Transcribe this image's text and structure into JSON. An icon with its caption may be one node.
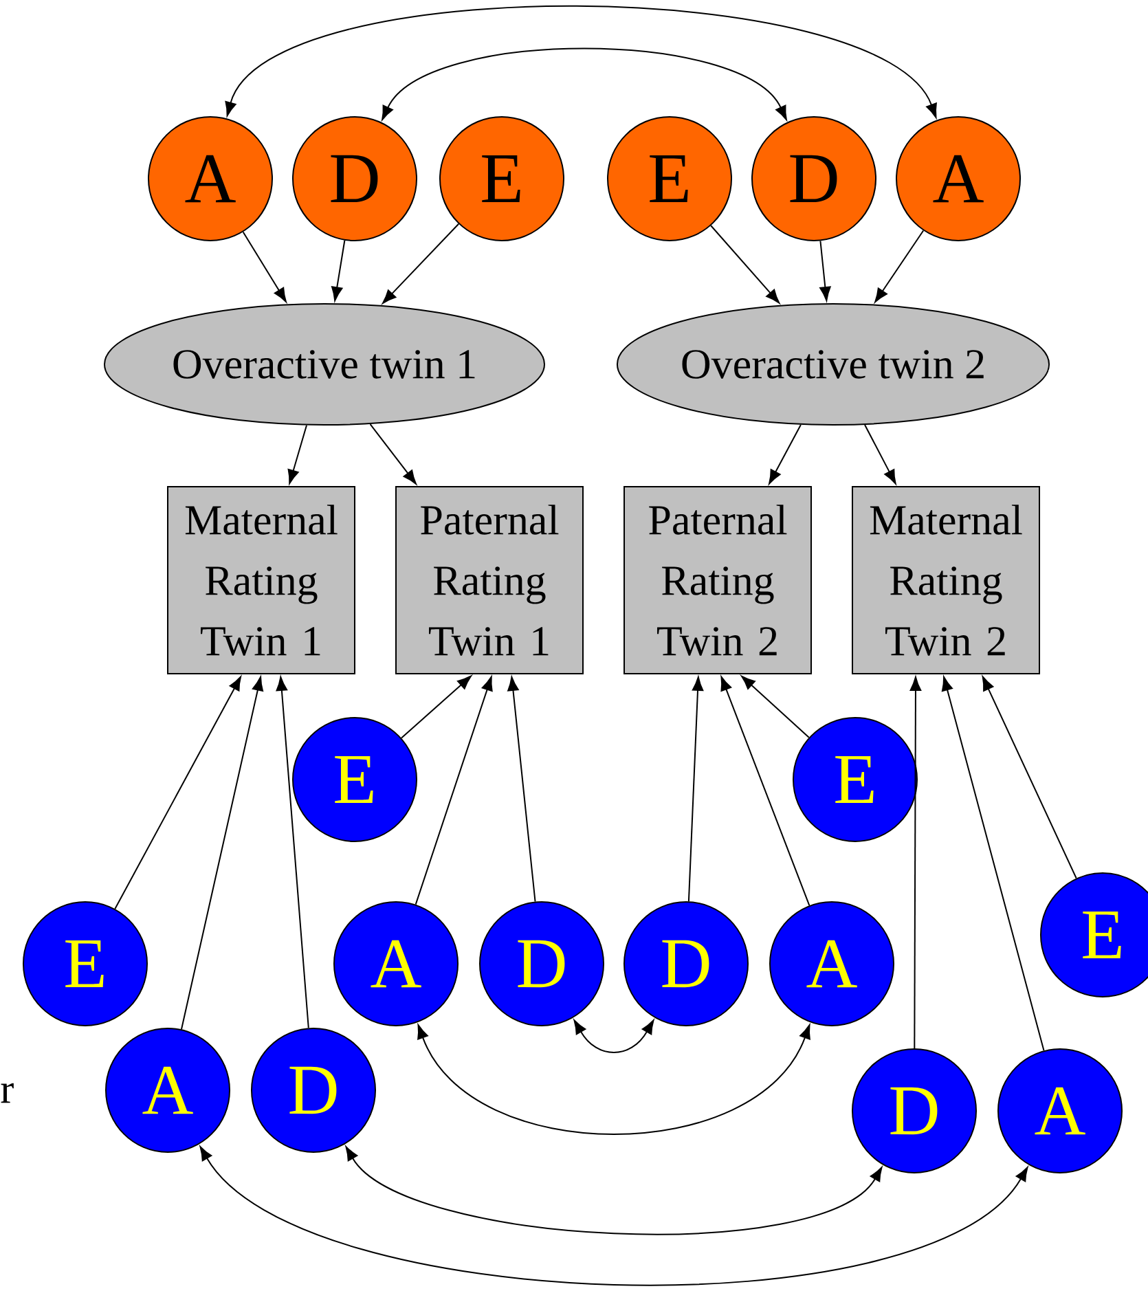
{
  "diagram": {
    "nodes": [
      {
        "text": [
          "A"
        ]
      },
      {
        "text": [
          "D"
        ]
      },
      {
        "text": [
          "E"
        ]
      },
      {
        "text": [
          "E"
        ]
      },
      {
        "text": [
          "D"
        ]
      },
      {
        "text": [
          "A"
        ]
      },
      {
        "text": [
          "Overactive twin 1"
        ]
      },
      {
        "text": [
          "Overactive twin 2"
        ]
      },
      {
        "text": [
          "Maternal Rating Twin 1"
        ]
      },
      {
        "text": [
          "Paternal Rating Twin 1"
        ]
      },
      {
        "text": [
          "Paternal Rating Twin 2"
        ]
      },
      {
        "text": [
          "Maternal Rating Twin 2"
        ]
      },
      {
        "text": [
          "E"
        ]
      },
      {
        "text": [
          "E"
        ]
      },
      {
        "text": [
          "E"
        ]
      },
      {
        "text": [
          "A"
        ]
      },
      {
        "text": [
          "D"
        ]
      },
      {
        "text": [
          "D"
        ]
      },
      {
        "text": [
          "A"
        ]
      },
      {
        "text": [
          "E"
        ]
      },
      {
        "text": [
          "A"
        ]
      },
      {
        "text": [
          "D"
        ]
      },
      {
        "text": [
          "D"
        ]
      },
      {
        "text": [
          "A"
        ]
      }
    ],
    "edges": [
      {
        "from": 0,
        "to": 5,
        "arrow": "both"
      },
      {
        "from": 1,
        "to": 4,
        "arrow": "both"
      },
      {
        "from": 0,
        "to": 6,
        "arrow": "to"
      },
      {
        "from": 1,
        "to": 6,
        "arrow": "to"
      },
      {
        "from": 2,
        "to": 6,
        "arrow": "to"
      },
      {
        "from": 3,
        "to": 7,
        "arrow": "to"
      },
      {
        "from": 4,
        "to": 7,
        "arrow": "to"
      },
      {
        "from": 5,
        "to": 7,
        "arrow": "to"
      },
      {
        "from": 6,
        "to": 8,
        "arrow": "to"
      },
      {
        "from": 6,
        "to": 9,
        "arrow": "to"
      },
      {
        "from": 7,
        "to": 10,
        "arrow": "to"
      },
      {
        "from": 7,
        "to": 11,
        "arrow": "to"
      },
      {
        "from": 14,
        "to": 8,
        "arrow": "to"
      },
      {
        "from": 20,
        "to": 8,
        "arrow": "to"
      },
      {
        "from": 21,
        "to": 8,
        "arrow": "to"
      },
      {
        "from": 12,
        "to": 9,
        "arrow": "to"
      },
      {
        "from": 15,
        "to": 9,
        "arrow": "to"
      },
      {
        "from": 16,
        "to": 9,
        "arrow": "to"
      },
      {
        "from": 17,
        "to": 10,
        "arrow": "to"
      },
      {
        "from": 18,
        "to": 10,
        "arrow": "to"
      },
      {
        "from": 13,
        "to": 10,
        "arrow": "to"
      },
      {
        "from": 22,
        "to": 11,
        "arrow": "to"
      },
      {
        "from": 23,
        "to": 11,
        "arrow": "to"
      },
      {
        "from": 19,
        "to": 11,
        "arrow": "to"
      },
      {
        "from": 15,
        "to": 18,
        "arrow": "both"
      },
      {
        "from": 16,
        "to": 17,
        "arrow": "both"
      },
      {
        "from": 20,
        "to": 23,
        "arrow": "both"
      },
      {
        "from": 21,
        "to": 22,
        "arrow": "both"
      }
    ],
    "labels": [
      "r"
    ]
  }
}
